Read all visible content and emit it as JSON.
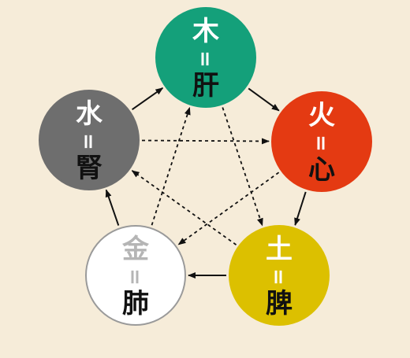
{
  "nodes": [
    {
      "id": "wood",
      "element": "木",
      "sep": "=",
      "organ": "肝",
      "fill": "#14a07a",
      "stroke": "#14a07a",
      "element_color": "#ffffff",
      "sep_color": "#ffffff",
      "organ_color": "#111111"
    },
    {
      "id": "fire",
      "element": "火",
      "sep": "=",
      "organ": "心",
      "fill": "#e43a12",
      "stroke": "#e43a12",
      "element_color": "#ffffff",
      "sep_color": "#ffffff",
      "organ_color": "#111111"
    },
    {
      "id": "earth",
      "element": "土",
      "sep": "=",
      "organ": "脾",
      "fill": "#dcc000",
      "stroke": "#dcc000",
      "element_color": "#ffffff",
      "sep_color": "#ffffff",
      "organ_color": "#111111"
    },
    {
      "id": "metal",
      "element": "金",
      "sep": "=",
      "organ": "肺",
      "fill": "#ffffff",
      "stroke": "#9a9a9a",
      "element_color": "#b5b5b5",
      "sep_color": "#b5b5b5",
      "organ_color": "#111111"
    },
    {
      "id": "water",
      "element": "水",
      "sep": "=",
      "organ": "腎",
      "fill": "#6e6e6e",
      "stroke": "#6e6e6e",
      "element_color": "#ffffff",
      "sep_color": "#ffffff",
      "organ_color": "#111111"
    }
  ],
  "edges": {
    "generating": [
      {
        "from": "wood",
        "to": "fire"
      },
      {
        "from": "fire",
        "to": "earth"
      },
      {
        "from": "earth",
        "to": "metal"
      },
      {
        "from": "metal",
        "to": "water"
      },
      {
        "from": "water",
        "to": "wood"
      }
    ],
    "controlling": [
      {
        "from": "wood",
        "to": "earth"
      },
      {
        "from": "earth",
        "to": "water"
      },
      {
        "from": "water",
        "to": "fire"
      },
      {
        "from": "fire",
        "to": "metal"
      },
      {
        "from": "metal",
        "to": "wood"
      }
    ]
  },
  "colors": {
    "background": "#f6ecd9",
    "arrow": "#111111"
  }
}
